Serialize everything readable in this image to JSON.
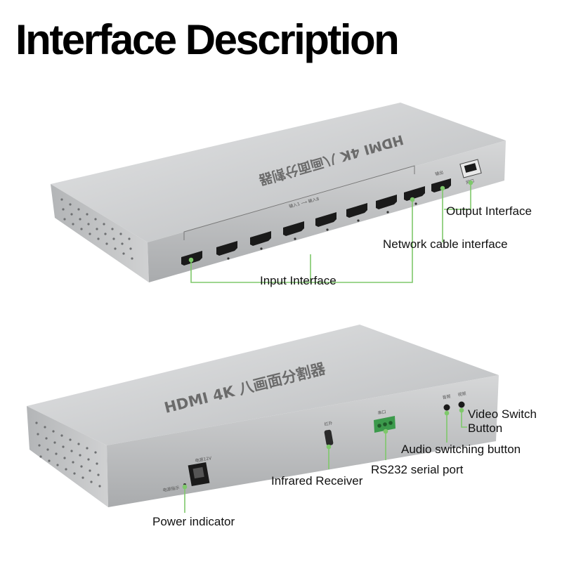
{
  "title": "Interface Description",
  "device": {
    "top_text": "HDMI 4K 八画面分割器",
    "top_text_back": "HDMI 4K 八画面分割器",
    "input_marks": "输入1 ⟶ 输入8",
    "output_mark": "输出",
    "network_mark": "网口",
    "power_mark_1": "电源12V",
    "power_mark_2": "电源指示",
    "ir_mark": "红外",
    "rs232_mark": "串口",
    "audio_mark": "音频",
    "video_mark": "视频"
  },
  "callouts": {
    "output_interface": "Output Interface",
    "network_cable_interface": "Network cable interface",
    "input_interface": "Input Interface",
    "video_switch_line1": "Video Switch",
    "video_switch_line2": "Button",
    "audio_switching_button": "Audio switching button",
    "rs232_serial_port": "RS232 serial port",
    "infrared_receiver": "Infrared Receiver",
    "power_indicator": "Power indicator"
  },
  "colors": {
    "callout_line": "#7ec86b",
    "device_body": "#c9cbcd",
    "port": "#1a1a1a",
    "terminal": "#3c9a4c"
  }
}
